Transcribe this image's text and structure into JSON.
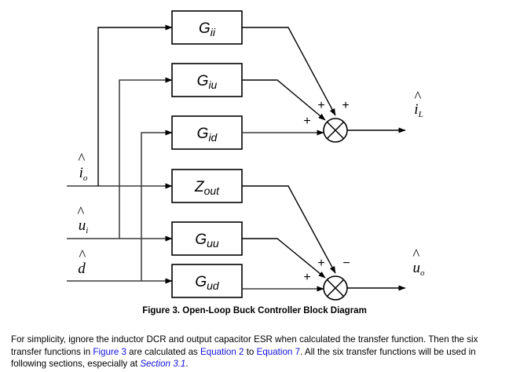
{
  "figure": {
    "caption": "Figure 3. Open-Loop Buck Controller Block Diagram",
    "blocks": [
      {
        "name": "g-ii",
        "main": "G",
        "sub": "ii"
      },
      {
        "name": "g-iu",
        "main": "G",
        "sub": "iu"
      },
      {
        "name": "g-id",
        "main": "G",
        "sub": "id"
      },
      {
        "name": "z-out",
        "main": "Z",
        "sub": "out"
      },
      {
        "name": "g-uu",
        "main": "G",
        "sub": "uu"
      },
      {
        "name": "g-ud",
        "main": "G",
        "sub": "ud"
      }
    ],
    "inputs": [
      {
        "name": "i-hat-o",
        "main": "i",
        "sub": "o",
        "hat": "^"
      },
      {
        "name": "u-hat-i",
        "main": "u",
        "sub": "i",
        "hat": "^"
      },
      {
        "name": "d-hat",
        "main": "d",
        "sub": "",
        "hat": "^"
      }
    ],
    "outputs": [
      {
        "name": "i-hat-L",
        "main": "i",
        "sub": "L",
        "hat": "^"
      },
      {
        "name": "u-hat-o",
        "main": "u",
        "sub": "o",
        "hat": "^"
      }
    ],
    "summing_junctions": [
      {
        "name": "current-sum",
        "signs": [
          "+",
          "+",
          "+"
        ]
      },
      {
        "name": "voltage-sum",
        "signs": [
          "+",
          "+",
          "−"
        ]
      }
    ],
    "signs": {
      "plus": "+",
      "minus": "−"
    }
  },
  "body": {
    "part1": "For simplicity, ignore the inductor DCR and output capacitor ESR when calculated the transfer function. Then the six transfer functions in ",
    "xref_figure": "Figure 3",
    "part2": " are calculated as ",
    "xref_equation_from": "Equation 2",
    "part3": " to ",
    "xref_equation_to": "Equation 7",
    "part4": ". All the six transfer functions will be used in following sections, especially at ",
    "xref_section": "Section 3.1",
    "part5": "."
  },
  "colors": {
    "link": "#1111dd",
    "line": "#3a3a3a",
    "stroke": "#000000",
    "background": "#ffffff"
  }
}
